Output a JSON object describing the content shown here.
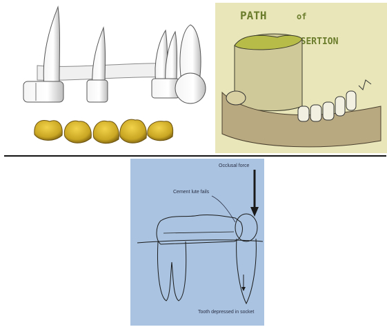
{
  "sketch": {
    "title_line1": "PATH",
    "title_word2": "of",
    "title_line2": "INSERTION"
  },
  "diagram": {
    "label_occlusal_force": "Occlusal force",
    "label_cement_fails": "Cement lute fails",
    "label_tooth_depressed": "Tooth depressed in socket"
  },
  "colors": {
    "crown_gold": "#c9a623",
    "sketch_bg": "#e9e7b9",
    "diagram_bg": "#a9c3e0"
  }
}
